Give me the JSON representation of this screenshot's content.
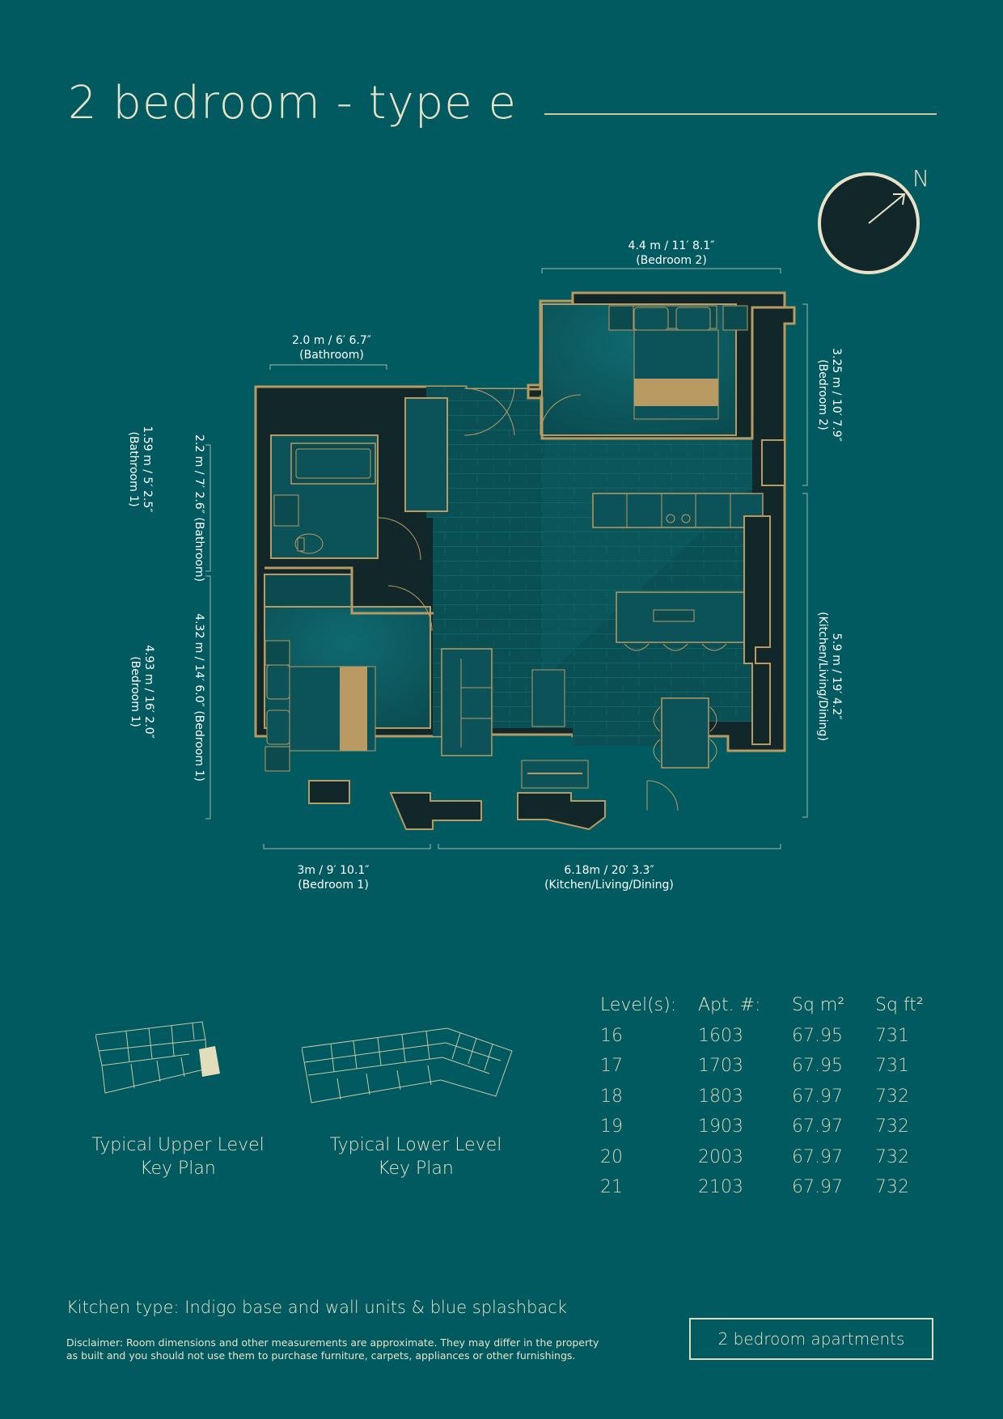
{
  "title": "2 bedroom - type e",
  "compass": {
    "label": "N"
  },
  "dimensions": {
    "bedroom2_width": "4.4 m / 11′ 8.1″",
    "bedroom2_width_room": "(Bedroom 2)",
    "bathroom_width": "2.0 m / 6′ 6.7″",
    "bathroom_width_room": "(Bathroom)",
    "bedroom2_depth": "3.25 m / 10′ 7.9″",
    "bedroom2_depth_room": "(Bedroom 2)",
    "kitchen_depth": "5.9 m / 19′ 4.2″",
    "kitchen_depth_room": "(Kitchen/Living/Dining)",
    "bathroom1_depth": "1.59 m / 5′ 2.5″",
    "bathroom1_depth_room": "(Bathroom 1)",
    "bathroom_depth": "2.2 m / 7′ 2.6″ (Bathroom)",
    "bedroom1_depth_a": "4.32 m / 14′ 6.0″ (Bedroom 1)",
    "bedroom1_depth_b": "4.93 m / 16′ 2.0″",
    "bedroom1_depth_b_room": "(Bedroom 1)",
    "bedroom1_width": "3m / 9′ 10.1″",
    "bedroom1_width_room": "(Bedroom 1)",
    "kitchen_width": "6.18m / 20′ 3.3″",
    "kitchen_width_room": "(Kitchen/Living/Dining)"
  },
  "key_plans": [
    {
      "line1": "Typical Upper Level",
      "line2": "Key Plan"
    },
    {
      "line1": "Typical Lower Level",
      "line2": "Key Plan"
    }
  ],
  "units_table": {
    "headers": [
      "Level(s):",
      "Apt. #:",
      "Sq m²",
      "Sq ft²"
    ],
    "rows": [
      [
        "16",
        "1603",
        "67.95",
        "731"
      ],
      [
        "17",
        "1703",
        "67.95",
        "731"
      ],
      [
        "18",
        "1803",
        "67.97",
        "732"
      ],
      [
        "19",
        "1903",
        "67.97",
        "732"
      ],
      [
        "20",
        "2003",
        "67.97",
        "732"
      ],
      [
        "21",
        "2103",
        "67.97",
        "732"
      ]
    ]
  },
  "kitchen_type": "Kitchen type: Indigo base and wall units & blue splashback",
  "disclaimer_line1": "Disclaimer: Room dimensions and other measurements are approximate. They may differ in the property",
  "disclaimer_line2": "as built and you should not use them to purchase furniture, carpets, appliances or other furnishings.",
  "apartments_button": "2 bedroom apartments",
  "colors": {
    "background": "#005a5f",
    "wall_dark": "#11272a",
    "wall_outline": "#b89a62",
    "room_fill": "#0b5358",
    "text": "#e8e2c8"
  }
}
